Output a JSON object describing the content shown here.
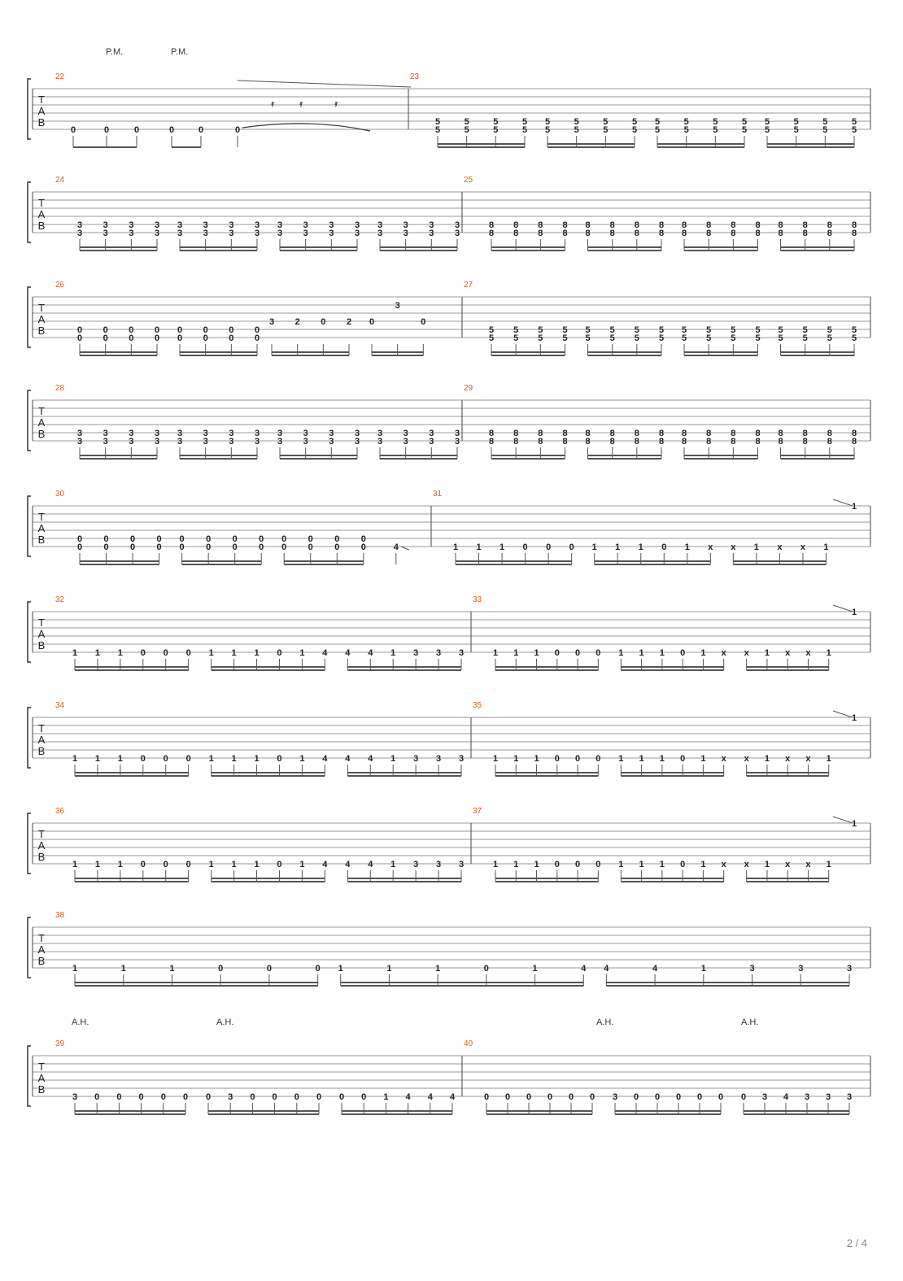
{
  "page_number": "2 / 4",
  "tab_clef": [
    "T",
    "A",
    "B"
  ],
  "systems": [
    {
      "measures": [
        {
          "number": "22",
          "annotations": [
            "P.M.",
            "P.M."
          ],
          "notes": [
            {
              "s": 6,
              "f": "0"
            },
            {
              "s": 6,
              "f": "0"
            },
            {
              "s": 6,
              "f": "0"
            },
            {
              "s": 6,
              "f": "0"
            },
            {
              "s": 6,
              "f": "0"
            },
            {
              "s": 6,
              "f": "0"
            }
          ]
        },
        {
          "number": "23",
          "notes": [
            {
              "c": [
                [
                  5,
                  "5"
                ],
                [
                  6,
                  "5"
                ]
              ],
              "n": 16
            }
          ]
        }
      ]
    },
    {
      "measures": [
        {
          "number": "24",
          "notes": [
            {
              "c": [
                [
                  5,
                  "3"
                ],
                [
                  6,
                  "3"
                ]
              ],
              "n": 16
            }
          ]
        },
        {
          "number": "25",
          "notes": [
            {
              "c": [
                [
                  5,
                  "8"
                ],
                [
                  6,
                  "8"
                ]
              ],
              "n": 16
            }
          ]
        }
      ]
    },
    {
      "measures": [
        {
          "number": "26",
          "notes": [
            {
              "c": [
                [
                  5,
                  "0"
                ],
                [
                  6,
                  "0"
                ]
              ],
              "n": 8
            }
          ],
          "run": [
            "3",
            "2",
            "0",
            "2",
            "0",
            "3",
            "0"
          ]
        },
        {
          "number": "27",
          "notes": [
            {
              "c": [
                [
                  5,
                  "5"
                ],
                [
                  6,
                  "5"
                ]
              ],
              "n": 16
            }
          ]
        }
      ]
    },
    {
      "measures": [
        {
          "number": "28",
          "notes": [
            {
              "c": [
                [
                  5,
                  "3"
                ],
                [
                  6,
                  "3"
                ]
              ],
              "n": 16
            }
          ]
        },
        {
          "number": "29",
          "notes": [
            {
              "c": [
                [
                  5,
                  "8"
                ],
                [
                  6,
                  "8"
                ]
              ],
              "n": 16
            }
          ]
        }
      ]
    },
    {
      "measures": [
        {
          "number": "30",
          "notes": [
            {
              "c": [
                [
                  5,
                  "0"
                ],
                [
                  6,
                  "0"
                ]
              ],
              "n": 12
            }
          ],
          "tail": "4"
        },
        {
          "number": "31",
          "frets": [
            "1",
            "1",
            "1",
            "0",
            "0",
            "0",
            "1",
            "1",
            "1",
            "0",
            "1",
            "x",
            "x",
            "1",
            "x",
            "x",
            "1"
          ],
          "end_mark": "1"
        }
      ]
    },
    {
      "measures": [
        {
          "number": "32",
          "frets": [
            "1",
            "1",
            "1",
            "0",
            "0",
            "0",
            "1",
            "1",
            "1",
            "0",
            "1",
            "4",
            "4",
            "4",
            "1",
            "3",
            "3",
            "3"
          ]
        },
        {
          "number": "33",
          "frets": [
            "1",
            "1",
            "1",
            "0",
            "0",
            "0",
            "1",
            "1",
            "1",
            "0",
            "1",
            "x",
            "x",
            "1",
            "x",
            "x",
            "1"
          ],
          "end_mark": "1"
        }
      ]
    },
    {
      "measures": [
        {
          "number": "34",
          "frets": [
            "1",
            "1",
            "1",
            "0",
            "0",
            "0",
            "1",
            "1",
            "1",
            "0",
            "1",
            "4",
            "4",
            "4",
            "1",
            "3",
            "3",
            "3"
          ]
        },
        {
          "number": "35",
          "frets": [
            "1",
            "1",
            "1",
            "0",
            "0",
            "0",
            "1",
            "1",
            "1",
            "0",
            "1",
            "x",
            "x",
            "1",
            "x",
            "x",
            "1"
          ],
          "end_mark": "1"
        }
      ]
    },
    {
      "measures": [
        {
          "number": "36",
          "frets": [
            "1",
            "1",
            "1",
            "0",
            "0",
            "0",
            "1",
            "1",
            "1",
            "0",
            "1",
            "4",
            "4",
            "4",
            "1",
            "3",
            "3",
            "3"
          ]
        },
        {
          "number": "37",
          "frets": [
            "1",
            "1",
            "1",
            "0",
            "0",
            "0",
            "1",
            "1",
            "1",
            "0",
            "1",
            "x",
            "x",
            "1",
            "x",
            "x",
            "1"
          ],
          "end_mark": "1"
        }
      ]
    },
    {
      "measures": [
        {
          "number": "38",
          "frets": [
            "1",
            "1",
            "1",
            "0",
            "0",
            "0",
            "1",
            "1",
            "1",
            "0",
            "1",
            "4",
            "4",
            "4",
            "1",
            "3",
            "3",
            "3"
          ]
        }
      ]
    },
    {
      "measures": [
        {
          "number": "39",
          "annotations": [
            "A.H.",
            "A.H."
          ],
          "frets": [
            "3",
            "0",
            "0",
            "0",
            "0",
            "0",
            "0",
            "3",
            "0",
            "0",
            "0",
            "0",
            "0",
            "0",
            "1",
            "4",
            "4",
            "4"
          ]
        },
        {
          "number": "40",
          "annotations": [
            "A.H.",
            "A.H."
          ],
          "frets": [
            "0",
            "0",
            "0",
            "0",
            "0",
            "0",
            "3",
            "0",
            "0",
            "0",
            "0",
            "0",
            "0",
            "3",
            "4",
            "3",
            "3",
            "3"
          ]
        }
      ]
    }
  ]
}
